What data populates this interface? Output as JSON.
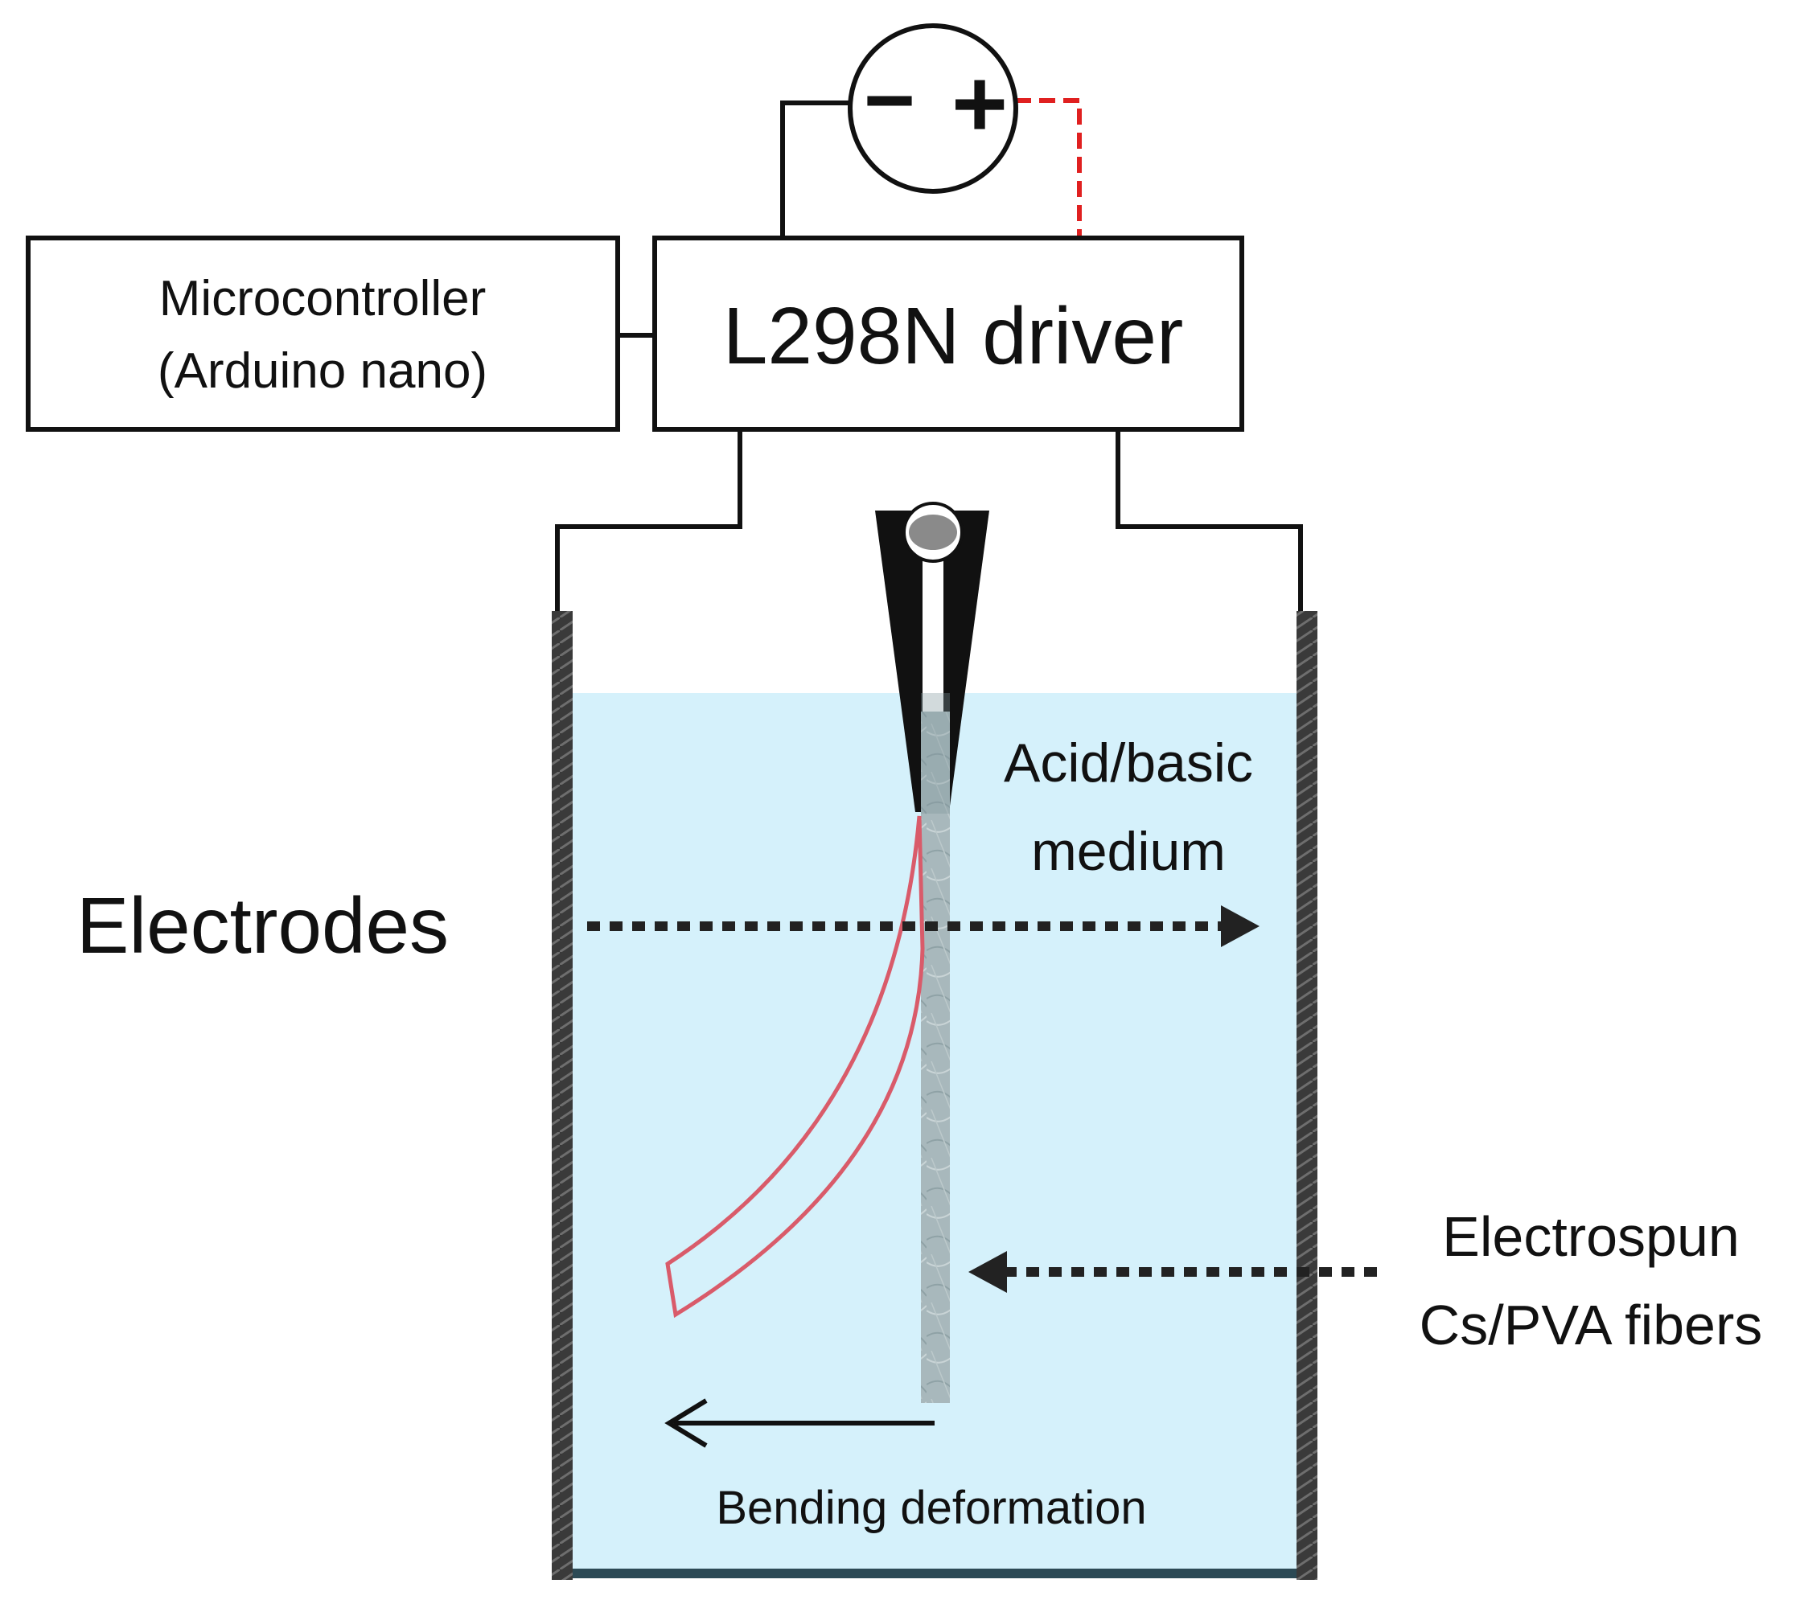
{
  "source": {
    "minus_symbol": "−",
    "plus_symbol": "+"
  },
  "microcontroller": {
    "line1": "Microcontroller",
    "line2": "(Arduino nano)"
  },
  "driver": {
    "label": "L298N driver"
  },
  "labels": {
    "medium_line1": "Acid/basic",
    "medium_line2": "medium",
    "electrodes": "Electrodes",
    "fibers_line1": "Electrospun",
    "fibers_line2": "Cs/PVA fibers",
    "bending": "Bending deformation"
  },
  "colors": {
    "medium_fill": "#d5f1fb",
    "electrode": "#3a3a3a",
    "bent_outline": "#d95b6a",
    "positive_wire": "#e02020",
    "fiber_strip": "#a8b8bc",
    "clamp": "#111111",
    "container_bottom": "#2c4a55"
  }
}
